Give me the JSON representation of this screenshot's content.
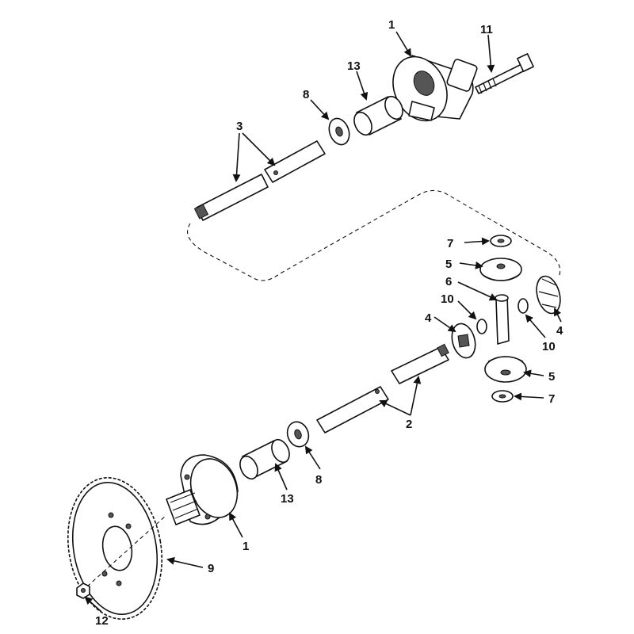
{
  "callouts": [
    {
      "id": "c1-top",
      "text": "1"
    },
    {
      "id": "c11",
      "text": "11"
    },
    {
      "id": "c13-top",
      "text": "13"
    },
    {
      "id": "c8-top",
      "text": "8"
    },
    {
      "id": "c3",
      "text": "3"
    },
    {
      "id": "c7-top",
      "text": "7"
    },
    {
      "id": "c5-top",
      "text": "5"
    },
    {
      "id": "c6",
      "text": "6"
    },
    {
      "id": "c10-left",
      "text": "10"
    },
    {
      "id": "c4-left",
      "text": "4"
    },
    {
      "id": "c4-right",
      "text": "4"
    },
    {
      "id": "c10-right",
      "text": "10"
    },
    {
      "id": "c5-bottom",
      "text": "5"
    },
    {
      "id": "c7-bottom",
      "text": "7"
    },
    {
      "id": "c2",
      "text": "2"
    },
    {
      "id": "c8-bottom",
      "text": "8"
    },
    {
      "id": "c13-bottom",
      "text": "13"
    },
    {
      "id": "c1-bottom",
      "text": "1"
    },
    {
      "id": "c9",
      "text": "9"
    },
    {
      "id": "c12",
      "text": "12"
    }
  ]
}
